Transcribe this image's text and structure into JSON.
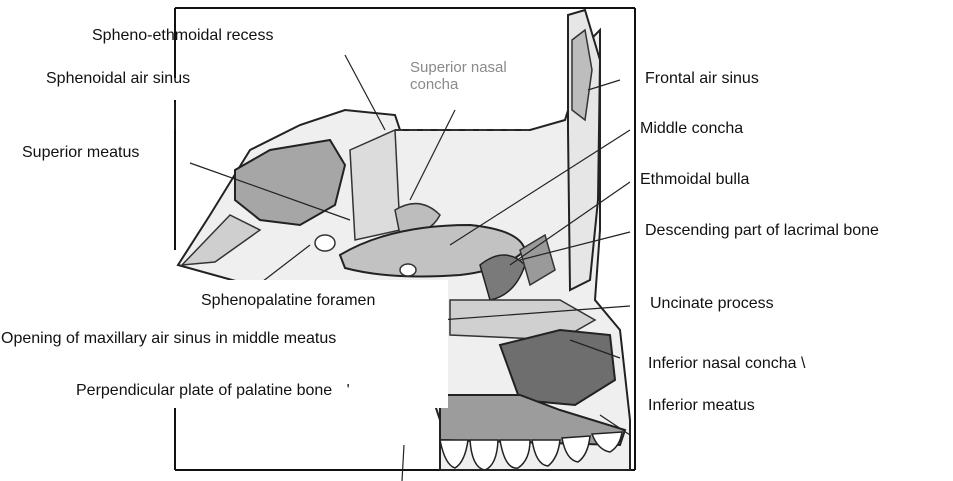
{
  "labels": {
    "spheno_ethmoidal_recess": "Spheno-ethmoidal recess",
    "sphenoidal_air_sinus": "Sphenoidal air sinus",
    "superior_meatus": "Superior meatus",
    "superior_nasal_concha_line1": "Superior nasal",
    "superior_nasal_concha_line2": "concha",
    "frontal_air_sinus": "Frontal air sinus",
    "middle_concha": "Middle concha",
    "ethmoidal_bulla": "Ethmoidal bulla",
    "descending_lacrimal": "Descending part of lacrimal bone",
    "sphenopalatine_foramen": "Sphenopalatine foramen",
    "uncinate_process": "Uncinate process",
    "opening_maxillary": "Opening of maxillary air sinus in middle meatus",
    "inferior_nasal_concha": "Inferior nasal concha \\",
    "perpendicular_plate": "Perpendicular plate of palatine bone",
    "perpendicular_plate_mark": "'",
    "inferior_meatus": "Inferior meatus"
  },
  "colors": {
    "line": "#1a1a1a",
    "sinus_fill": "#a6a6a6",
    "bone_fill": "#d9d9d9",
    "dark_fill": "#6e6e6e",
    "inner_text": "#8a8a8a"
  }
}
